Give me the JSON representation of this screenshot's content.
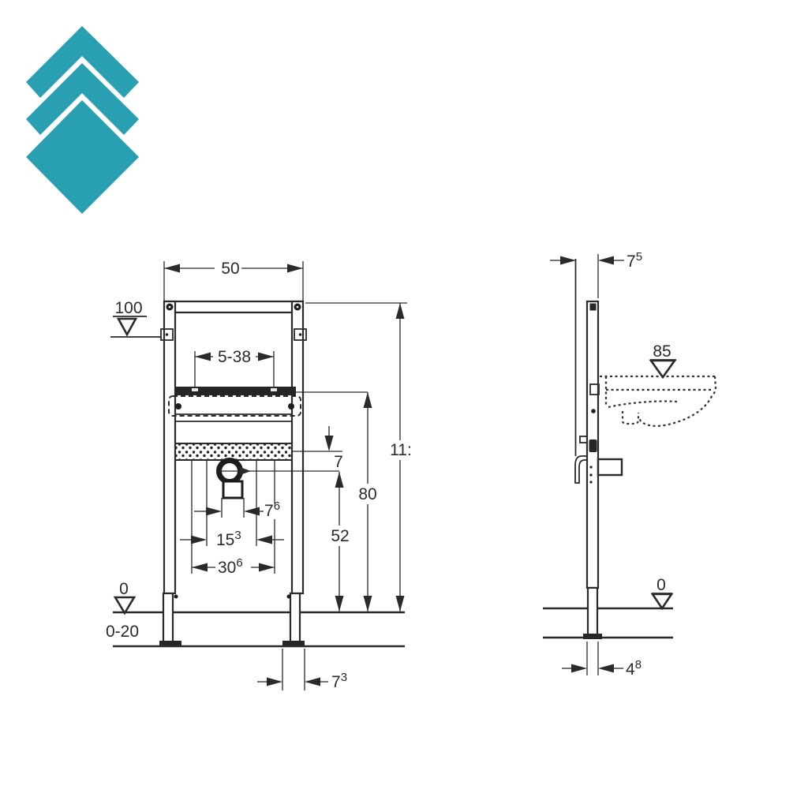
{
  "logo": {
    "icon": "chevrons-diamond-logo",
    "color": "#28a0b2"
  },
  "front_view": {
    "top_width": "50",
    "top_datum_level": "100",
    "rod_adjust_range": "5-38",
    "rail_to_drain_gap": "7",
    "drain_height": "52",
    "rod_height": "80",
    "frame_height": "11:",
    "drain_offset_main": "7",
    "drain_offset_sup": "6",
    "supply_spacing_main": "15",
    "supply_spacing_sup": "3",
    "fixing_spacing_main": "30",
    "fixing_spacing_sup": "6",
    "foot_width_main": "7",
    "foot_width_sup": "3",
    "floor_datum": "0",
    "floor_adjust_range": "0-20"
  },
  "side_view": {
    "frame_depth_main": "7",
    "frame_depth_sup": "5",
    "basin_rim_height": "85",
    "floor_datum": "0",
    "foot_depth_main": "4",
    "foot_depth_sup": "8"
  }
}
